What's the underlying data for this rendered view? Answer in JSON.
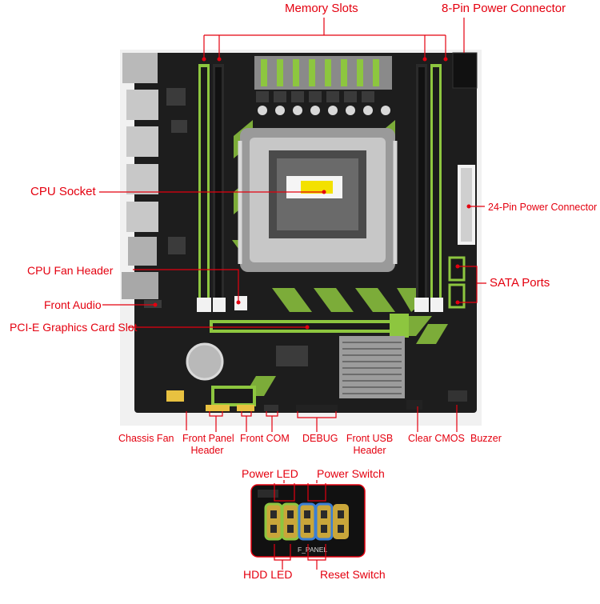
{
  "labels": {
    "memory_slots": "Memory Slots",
    "eight_pin": "8-Pin Power Connector",
    "cpu_socket": "CPU Socket",
    "twenty_four_pin": "24-Pin Power Connector",
    "cpu_fan": "CPU Fan Header",
    "sata": "SATA Ports",
    "front_audio": "Front Audio",
    "pcie": "PCI-E Graphics Card Slot",
    "chassis_fan": "Chassis Fan",
    "front_panel_l1": "Front Panel",
    "front_panel_l2": "Header",
    "front_com": "Front COM",
    "debug": "DEBUG",
    "front_usb_l1": "Front USB",
    "front_usb_l2": "Header",
    "clear_cmos": "Clear CMOS",
    "buzzer": "Buzzer",
    "power_led": "Power LED",
    "power_switch": "Power Switch",
    "hdd_led": "HDD LED",
    "reset_switch": "Reset Switch"
  },
  "board_text": {
    "f_panel": "F_PANEL"
  },
  "colors": {
    "label": "#e4000f",
    "board": "#1d1d1d",
    "slot_green": "#8dc63f"
  }
}
